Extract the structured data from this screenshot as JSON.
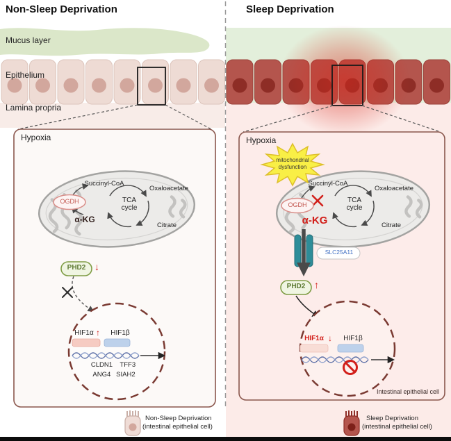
{
  "titles": {
    "left": "Non-Sleep Deprivation",
    "right": "Sleep Deprivation"
  },
  "tissue": {
    "mucus": "Mucus layer",
    "epithelium": "Epithelium",
    "lamina": "Lamina propria"
  },
  "left_panel": {
    "hypoxia": "Hypoxia",
    "succinyl_coa": "Succinyl-CoA",
    "oxaloacetate": "Oxaloacetate",
    "tca1": "TCA",
    "tca2": "cycle",
    "citrate": "Citrate",
    "alpha_kg": "α-KG",
    "ogdh": "OGDH",
    "phd2": "PHD2",
    "phd2_arrow": "↓",
    "hif1a": "HIF1α",
    "hif1a_arrow": "↑",
    "hif1b": "HIF1β",
    "genes1": "CLDN1    TFF3",
    "genes2": "ANG4   SIAH2"
  },
  "right_panel": {
    "hypoxia": "Hypoxia",
    "dysfunction1": "mitochondrial",
    "dysfunction2": "dysfunction",
    "succinyl_coa": "Succinyl-CoA",
    "oxaloacetate": "Oxaloacetate",
    "tca1": "TCA",
    "tca2": "cycle",
    "citrate": "Citrate",
    "alpha_kg": "α-KG",
    "ogdh": "OGDH",
    "slc25a11": "SLC25A11",
    "phd2": "PHD2",
    "phd2_arrow": "↑",
    "hif1a": "HIF1α",
    "hif1a_arrow": "↓",
    "hif1b": "HIF1β",
    "cell_label": "Intestinal epithelial cell"
  },
  "legend": {
    "left1": "Non-Sleep Deprivation",
    "left2": "(intestinal epithelial cell)",
    "right1": "Sleep Deprivation",
    "right2": "(intestinal epithelial cell)"
  },
  "colors": {
    "healthy_cell": "#eedbd4",
    "healthy_nucleus": "#d2a79d",
    "sleep_deprived_cell": "#b4554d",
    "sleep_deprived_nucleus": "#8e2d26",
    "mucus_green": "#dbe7c9",
    "accent_red": "#d21f1a",
    "phd2_green": "#7e9c44",
    "slc_teal": "#2e8d99",
    "hif1b_blue": "#bcd0ea",
    "hif1a_pink": "#f6cbc2",
    "nucleus_border": "#7a3a32",
    "starburst_yellow": "#f9ef46"
  }
}
